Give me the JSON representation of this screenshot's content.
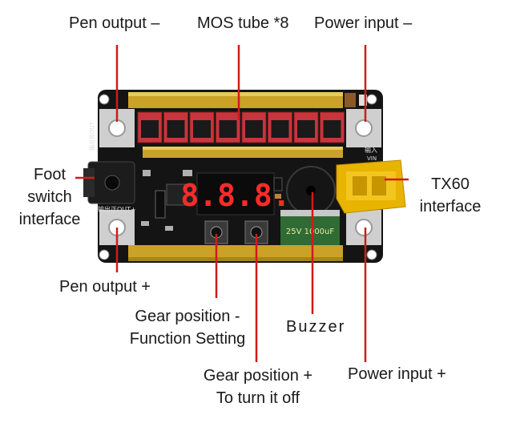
{
  "callouts": {
    "pen_output_minus": "Pen output –",
    "mos_tube": "MOS tube *8",
    "power_input_minus": "Power input –",
    "foot_switch_line1": "Foot",
    "foot_switch_line2": "switch",
    "foot_switch_line3": "interface",
    "tx60_line1": "TX60",
    "tx60_line2": "interface",
    "pen_output_plus": "Pen output +",
    "gear_minus_line1": "Gear position -",
    "gear_minus_line2": "Function Setting",
    "buzzer": "Buzzer",
    "gear_plus_line1": "Gear position +",
    "gear_plus_line2": "To turn it off",
    "power_input_plus": "Power input +"
  },
  "board": {
    "display_digits": "8.8.8.",
    "silk_input": "输入",
    "silk_vin": "VIN",
    "silk_out_minus": "输出负OUT-",
    "silk_out_plus": "输出正OUT+",
    "capacitor_text": "25V 1000uF"
  },
  "colors": {
    "pcb": "#141414",
    "busbar": "#c9a227",
    "callout_line": "#d11a1a",
    "mos_red": "#c8353c",
    "display_red": "#ff2a2a",
    "connector_yellow": "#e8b400",
    "capacitor_green": "#2f6b34",
    "pad_metal": "#cfcfcf"
  }
}
